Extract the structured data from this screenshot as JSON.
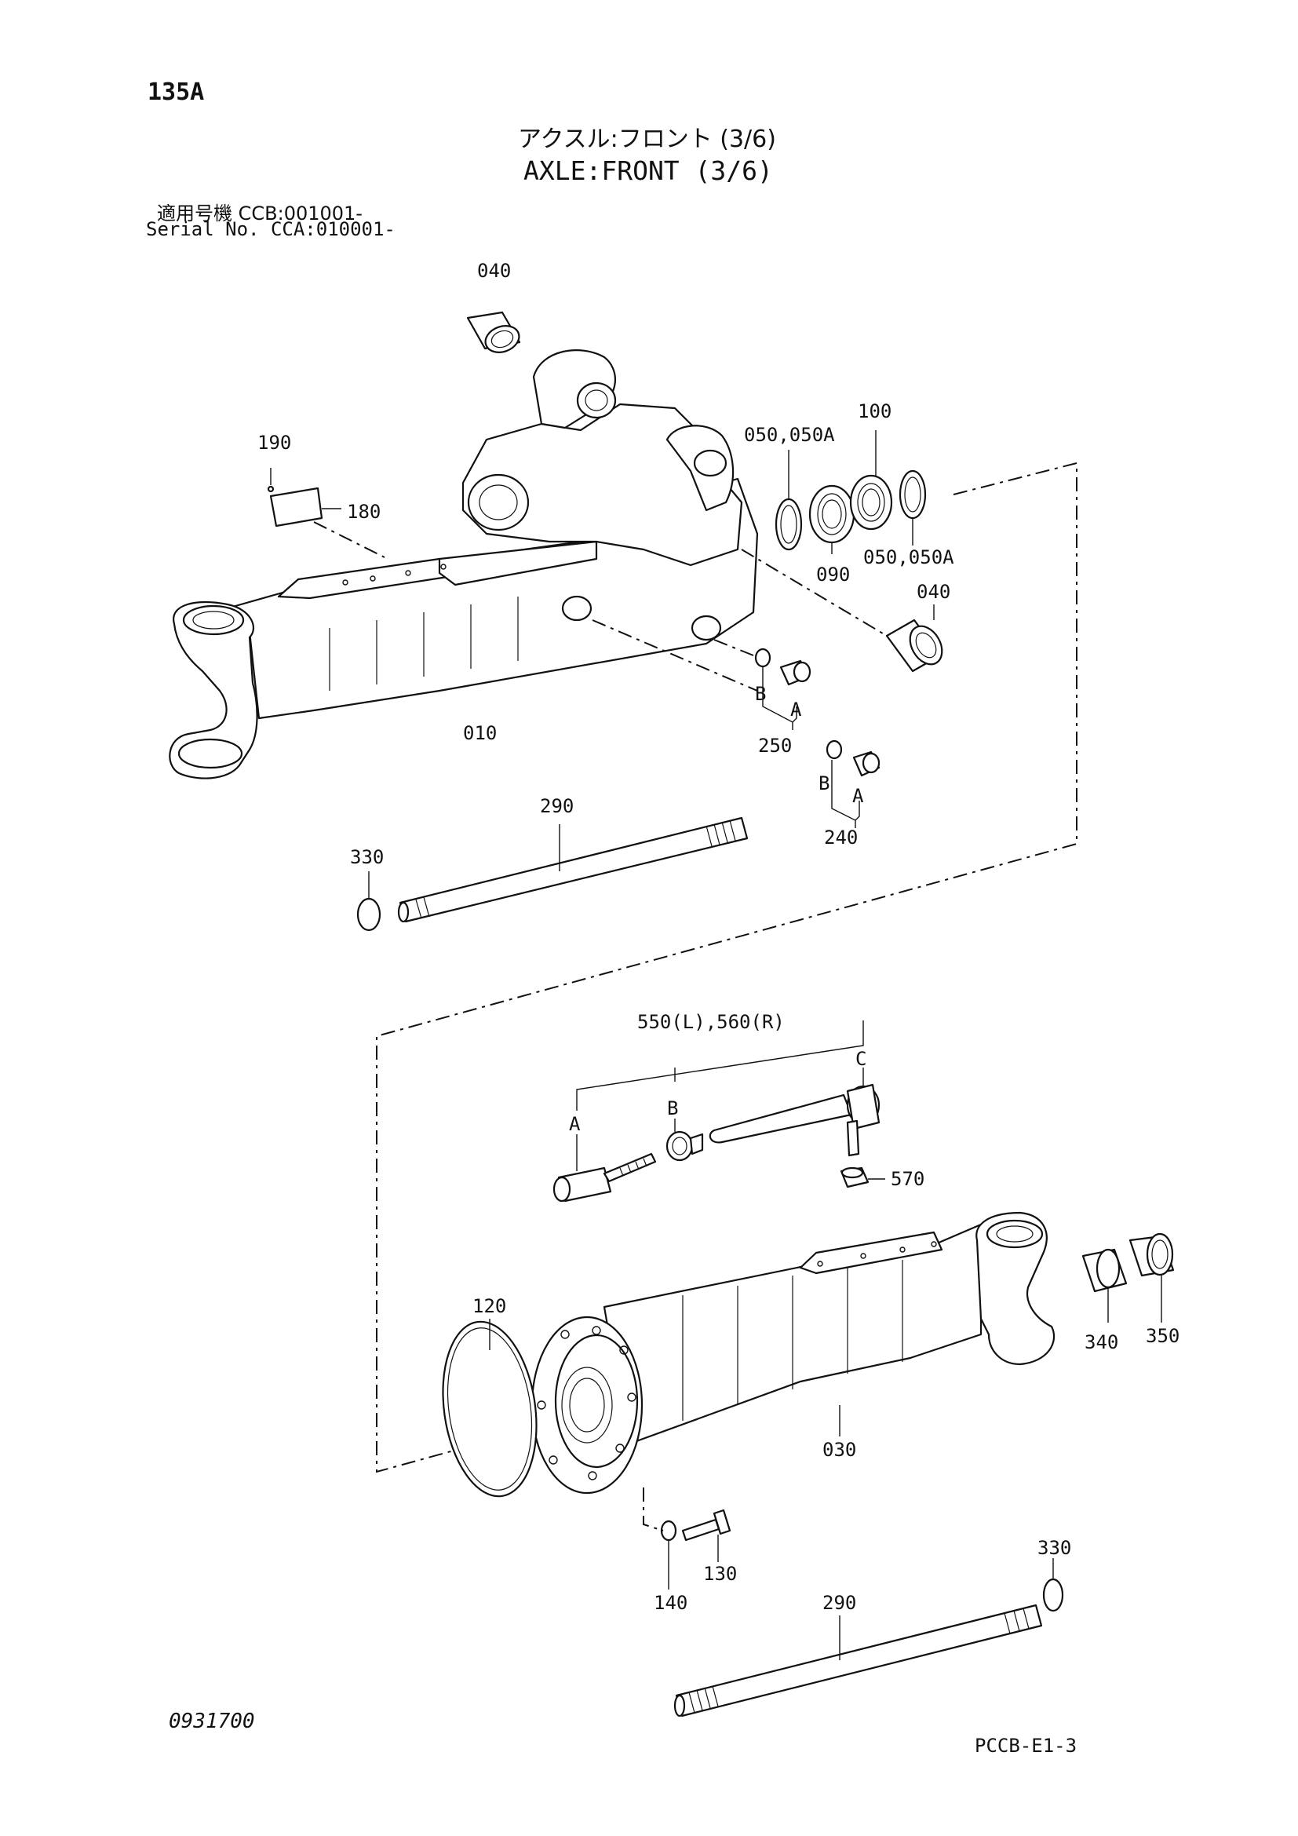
{
  "header": {
    "page_number": "135A",
    "title_jp": "アクスル:フロント (3/6)",
    "title_en": "AXLE:FRONT (3/6)",
    "serial_line_1": "適用号機 CCB:001001-",
    "serial_line_2": "Serial No. CCA:010001-"
  },
  "callouts": {
    "c040_top": "040",
    "c190": "190",
    "c180": "180",
    "c050_left": "050,050A",
    "c100": "100",
    "c090": "090",
    "c050_right": "050,050A",
    "c040_right": "040",
    "c010": "010",
    "c250_b": "B",
    "c250_a": "A",
    "c250": "250",
    "c240_b": "B",
    "c240_a": "A",
    "c240": "240",
    "c290_top": "290",
    "c330_top": "330",
    "c550": "550(L),560(R)",
    "c_a": "A",
    "c_b": "B",
    "c_c": "C",
    "c570": "570",
    "c120": "120",
    "c340": "340",
    "c350": "350",
    "c030": "030",
    "c130": "130",
    "c140": "140",
    "c330_bottom": "330",
    "c290_bottom": "290"
  },
  "footer": {
    "doc_code": "0931700",
    "page_code": "PCCB-E1-3"
  }
}
